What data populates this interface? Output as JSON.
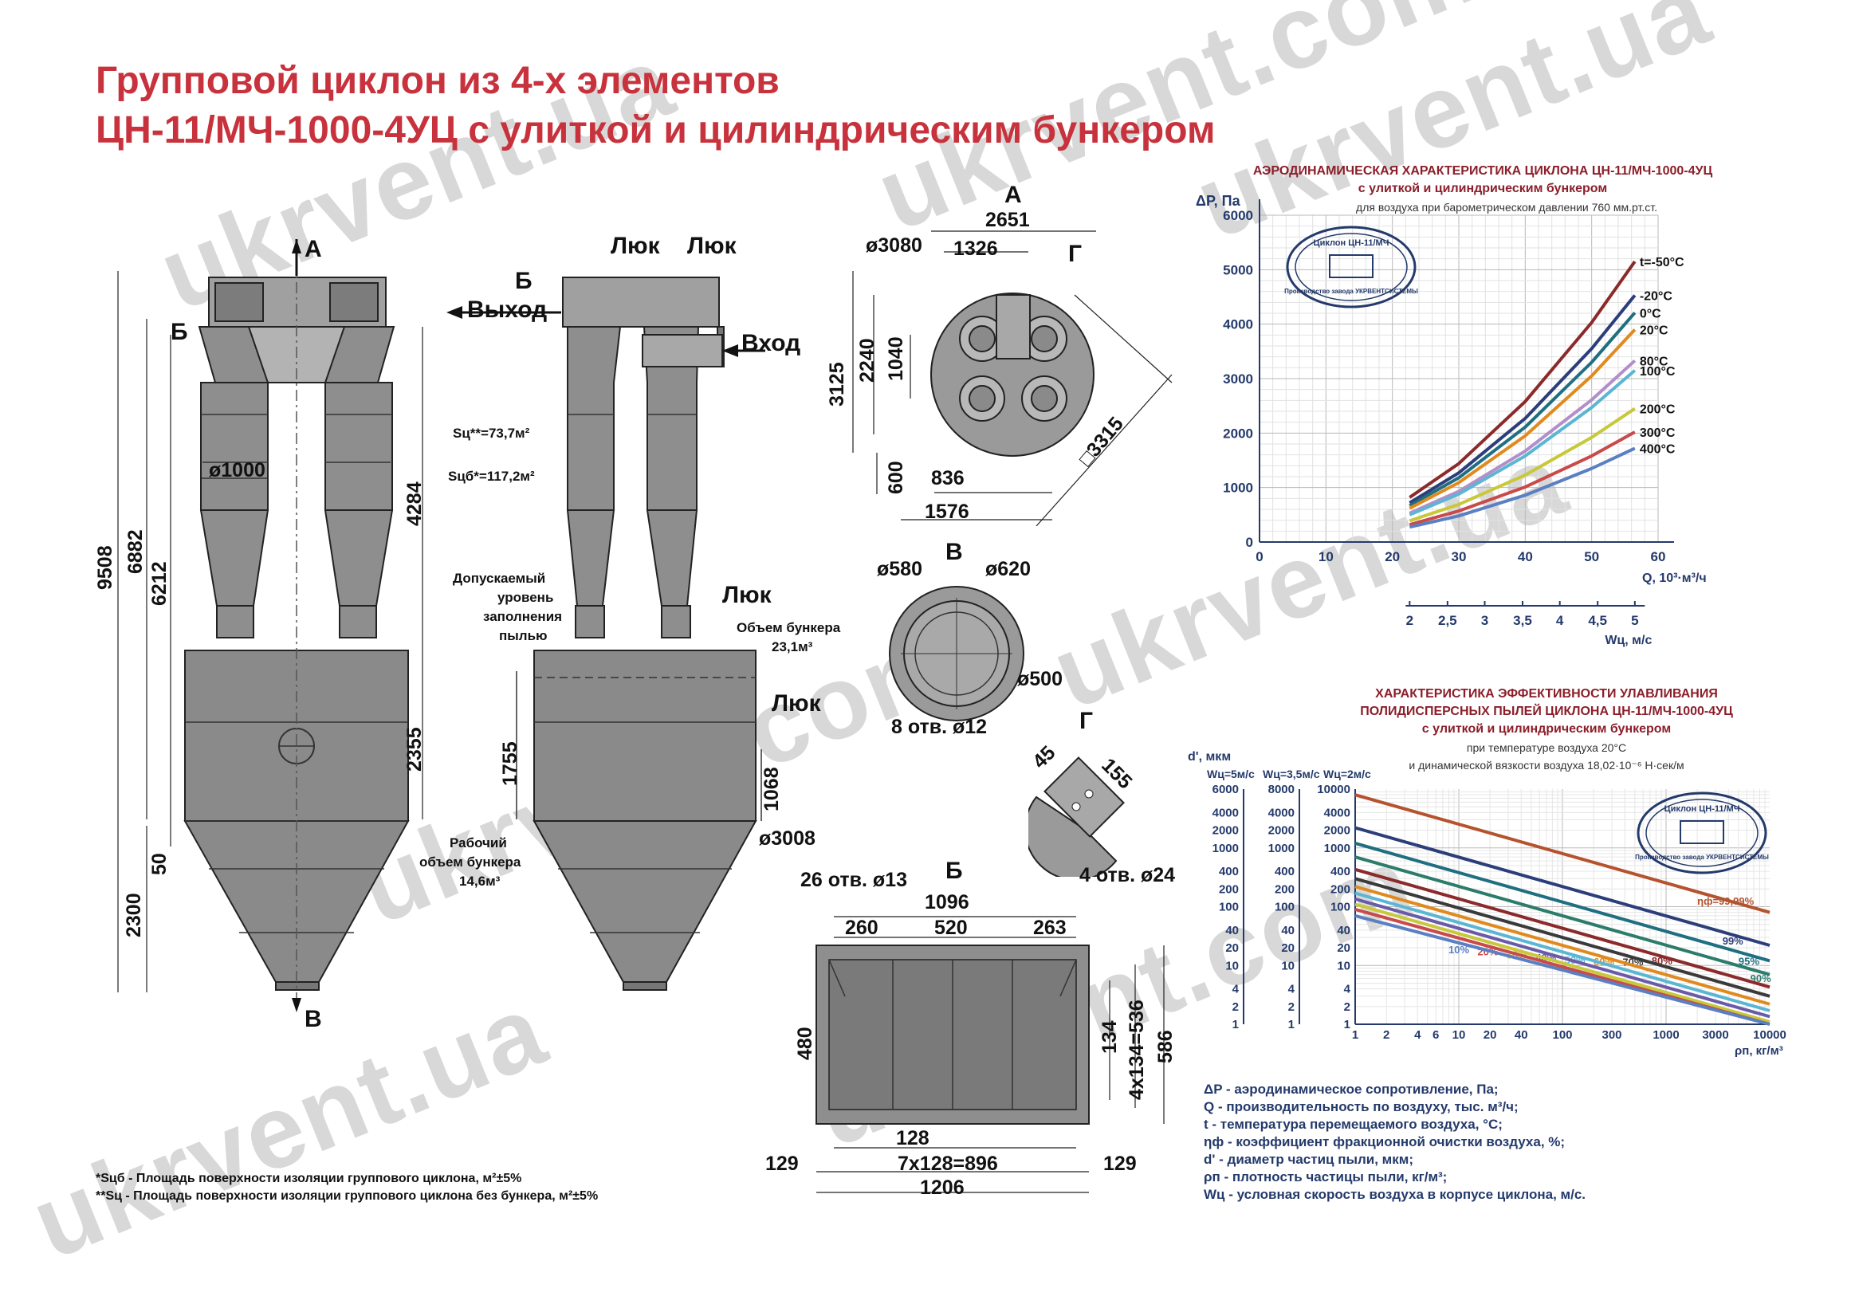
{
  "watermark": "ukrvent.com",
  "watermark_alt": "ukrvent.ua",
  "title": {
    "line1": "Групповой циклон из 4-х элементов",
    "line2": "ЦН-11/МЧ-1000-4УЦ с улиткой и цилиндрическим бункером"
  },
  "front_view": {
    "view_a": "А",
    "view_b": "Б",
    "view_v": "В",
    "dia_1000": "ø1000",
    "dim_9508": "9508",
    "dim_6882": "6882",
    "dim_6212": "6212",
    "dim_4284": "4284",
    "dim_2355": "2355",
    "dim_2300": "2300",
    "dim_50": "50"
  },
  "side_view": {
    "hatch1": "Люк",
    "hatch2": "Люк",
    "hatch3": "Люк",
    "hatch4": "Люк",
    "view_b": "Б",
    "outlet": "Выход",
    "inlet": "Вход",
    "area_no_bunker": "Sц**=73,7м²",
    "area_with_bunker": "Sцб*=117,2м²",
    "allow_level": [
      "Допускаемый",
      "уровень",
      "заполнения",
      "пылью"
    ],
    "bunker_volume": [
      "Объем бункера",
      "23,1м³"
    ],
    "work_volume": [
      "Рабочий",
      "объем бункера",
      "14,6м³"
    ],
    "dim_1755": "1755",
    "dim_1068": "1068",
    "dia_3008": "ø3008"
  },
  "top_view": {
    "view": "А",
    "view_g": "Г",
    "dim_2651": "2651",
    "dim_1326": "1326",
    "dia_3080": "ø3080",
    "dim_3125": "3125",
    "dim_2240": "2240",
    "dim_1040": "1040",
    "dim_600": "600",
    "dim_836": "836",
    "dim_1576": "1576",
    "sq_3315": "□3315"
  },
  "flange_v": {
    "view": "В",
    "dia_580": "ø580",
    "dia_620": "ø620",
    "dia_500": "ø500",
    "holes": "8 отв. ø12"
  },
  "detail_g": {
    "view": "Г",
    "dim_45": "45",
    "dim_155": "155",
    "holes": "4 отв. ø24"
  },
  "outlet_b": {
    "view": "Б",
    "holes": "26 отв. ø13",
    "dim_1096": "1096",
    "dim_260": "260",
    "dim_520": "520",
    "dim_263": "263",
    "dim_480": "480",
    "dim_134": "134",
    "dim_4x134": "4x134=536",
    "dim_586": "586",
    "dim_128": "128",
    "dim_129a": "129",
    "dim_7x128": "7x128=896",
    "dim_129b": "129",
    "dim_1206": "1206"
  },
  "footnotes": [
    "*Sцб - Площадь поверхности изоляции группового циклона, м²±5%",
    "**Sц - Площадь поверхности изоляции группового циклона без бункера, м²±5%"
  ],
  "stamp": {
    "top": "Циклон ЦН-11/МЧ",
    "bottom": "Производство завода УКРВЕНТСИСТЕМЫ"
  },
  "legend": [
    "ΔP - аэродинамическое сопротивление, Па;",
    "Q - производительность по воздуху, тыс. м³/ч;",
    "t - температура перемещаемого воздуха, °С;",
    "ηф - коэффициент фракционной очистки воздуха, %;",
    "d' - диаметр частиц пыли, мкм;",
    "ρп - плотность частицы пыли, кг/м³;",
    "Wц - условная скорость воздуха в корпусе циклона, м/с."
  ],
  "colors": {
    "title": "#c8323c",
    "chart_title": "#8b1e2a",
    "axis": "#243a6b",
    "metal": "#8e8e8e",
    "metal_dark": "#5a5a5a"
  },
  "chart_data": [
    {
      "type": "line",
      "title": "АЭРОДИНАМИЧЕСКАЯ ХАРАКТЕРИСТИКА ЦИКЛОНА ЦН-11/МЧ-1000-4УЦ",
      "subtitle": "с улиткой и цилиндрическим бункером",
      "subtitle2": "для воздуха при барометрическом давлении 760 мм.рт.ст.",
      "ylabel": "ΔP, Па",
      "xlabel": "Q, 10³·м³/ч",
      "x2label": "Wц, м/с",
      "xlim": [
        0,
        60
      ],
      "ylim": [
        0,
        6000
      ],
      "xticks": [
        0,
        10,
        20,
        30,
        40,
        50,
        60
      ],
      "yticks": [
        0,
        1000,
        2000,
        3000,
        4000,
        5000,
        6000
      ],
      "x2ticks": [
        "2",
        "2,5",
        "3",
        "3,5",
        "4",
        "4,5",
        "5"
      ],
      "x2positions": [
        22.6,
        28.3,
        33.9,
        39.6,
        45.2,
        50.9,
        56.5
      ],
      "grid": true,
      "series": [
        {
          "name": "t=-50°C",
          "color": "#8b2a2a",
          "x": [
            22.6,
            30,
            40,
            50,
            56.5
          ],
          "y": [
            820,
            1440,
            2580,
            4030,
            5150
          ]
        },
        {
          "name": "-20°C",
          "color": "#2c3e7a",
          "x": [
            22.6,
            30,
            40,
            50,
            56.5
          ],
          "y": [
            720,
            1270,
            2270,
            3550,
            4530
          ]
        },
        {
          "name": "0°C",
          "color": "#1f6f80",
          "x": [
            22.6,
            30,
            40,
            50,
            56.5
          ],
          "y": [
            670,
            1180,
            2110,
            3300,
            4210
          ]
        },
        {
          "name": "20°C",
          "color": "#e08a1e",
          "x": [
            22.6,
            30,
            40,
            50,
            56.5
          ],
          "y": [
            620,
            1090,
            1950,
            3050,
            3900
          ]
        },
        {
          "name": "80°C",
          "color": "#b38ec9",
          "x": [
            22.6,
            30,
            40,
            50,
            56.5
          ],
          "y": [
            530,
            930,
            1670,
            2610,
            3330
          ]
        },
        {
          "name": "100°C",
          "color": "#5bb6d4",
          "x": [
            22.6,
            30,
            40,
            50,
            56.5
          ],
          "y": [
            500,
            880,
            1580,
            2470,
            3150
          ]
        },
        {
          "name": "200°C",
          "color": "#c7c83a",
          "x": [
            22.6,
            30,
            40,
            50,
            56.5
          ],
          "y": [
            390,
            690,
            1230,
            1920,
            2450
          ]
        },
        {
          "name": "300°C",
          "color": "#c84a4a",
          "x": [
            22.6,
            30,
            40,
            50,
            56.5
          ],
          "y": [
            320,
            570,
            1010,
            1580,
            2020
          ]
        },
        {
          "name": "400°C",
          "color": "#5a7fc2",
          "x": [
            22.6,
            30,
            40,
            50,
            56.5
          ],
          "y": [
            275,
            480,
            860,
            1350,
            1720
          ]
        }
      ]
    },
    {
      "type": "line",
      "title": "ХАРАКТЕРИСТИКА ЭФФЕКТИВНОСТИ УЛАВЛИВАНИЯ",
      "title2": "ПОЛИДИСПЕРСНЫХ ПЫЛЕЙ ЦИКЛОНА ЦН-11/МЧ-1000-4УЦ",
      "subtitle": "с улиткой и цилиндрическим бункером",
      "subtitle2": "при температуре воздуха 20°С",
      "subtitle3": "и динамической вязкости воздуха  18,02·10⁻⁶ Н·сек/м",
      "ylabel": "d', мкм",
      "y1label": "Wц=5м/с",
      "y2label": "Wц=3,5м/с",
      "y3label": "Wц=2м/с",
      "xlabel": "ρп, кг/м³",
      "xscale": "log",
      "yscale": "log",
      "xlim": [
        1,
        10000
      ],
      "ylim": [
        1,
        10000
      ],
      "xticks": [
        "1",
        "2",
        "4",
        "6",
        "10",
        "20",
        "40",
        "100",
        "300",
        "1000",
        "3000",
        "10000"
      ],
      "xtickvalues": [
        1,
        2,
        4,
        6,
        10,
        20,
        40,
        100,
        300,
        1000,
        3000,
        10000
      ],
      "yticks_main": [
        "1",
        "2",
        "4",
        "10",
        "20",
        "40",
        "100",
        "200",
        "400",
        "1000",
        "2000",
        "4000",
        "10000"
      ],
      "yticks_main_values": [
        1,
        2,
        4,
        10,
        20,
        40,
        100,
        200,
        400,
        1000,
        2000,
        4000,
        10000
      ],
      "yticks_35": [
        "1",
        "2",
        "4",
        "10",
        "20",
        "40",
        "100",
        "200",
        "400",
        "1000",
        "2000",
        "4000",
        "8000"
      ],
      "yticks_5": [
        "1",
        "2",
        "4",
        "10",
        "20",
        "40",
        "100",
        "200",
        "400",
        "1000",
        "2000",
        "4000",
        "6000"
      ],
      "grid": true,
      "series": [
        {
          "name": "ηф=99,99%",
          "color": "#b5532e",
          "x": [
            1,
            10000
          ],
          "y": [
            8000,
            80
          ]
        },
        {
          "name": "99%",
          "color": "#2c3e7a",
          "x": [
            1,
            10000
          ],
          "y": [
            2200,
            22
          ]
        },
        {
          "name": "95%",
          "color": "#1f6f80",
          "x": [
            1,
            10000
          ],
          "y": [
            1200,
            12
          ]
        },
        {
          "name": "90%",
          "color": "#2d7c6b",
          "x": [
            1,
            10000
          ],
          "y": [
            700,
            7
          ]
        },
        {
          "name": "80%",
          "color": "#8b2a2a",
          "x": [
            1,
            10000
          ],
          "y": [
            430,
            4.3
          ]
        },
        {
          "name": "70%",
          "color": "#3a3a3a",
          "x": [
            1,
            10000
          ],
          "y": [
            300,
            3
          ]
        },
        {
          "name": "60%",
          "color": "#e08a1e",
          "x": [
            1,
            10000
          ],
          "y": [
            220,
            2.2
          ]
        },
        {
          "name": "50%",
          "color": "#5bb6d4",
          "x": [
            1,
            10000
          ],
          "y": [
            170,
            1.7
          ]
        },
        {
          "name": "40%",
          "color": "#6a5aa8",
          "x": [
            1,
            10000
          ],
          "y": [
            135,
            1.35
          ]
        },
        {
          "name": "30%",
          "color": "#c7c83a",
          "x": [
            1,
            10000
          ],
          "y": [
            110,
            1.1
          ]
        },
        {
          "name": "20%",
          "color": "#c84a4a",
          "x": [
            1,
            10000
          ],
          "y": [
            90,
            0.9
          ]
        },
        {
          "name": "10%",
          "color": "#5a7fc2",
          "x": [
            1,
            10000
          ],
          "y": [
            70,
            0.7
          ]
        }
      ]
    }
  ]
}
